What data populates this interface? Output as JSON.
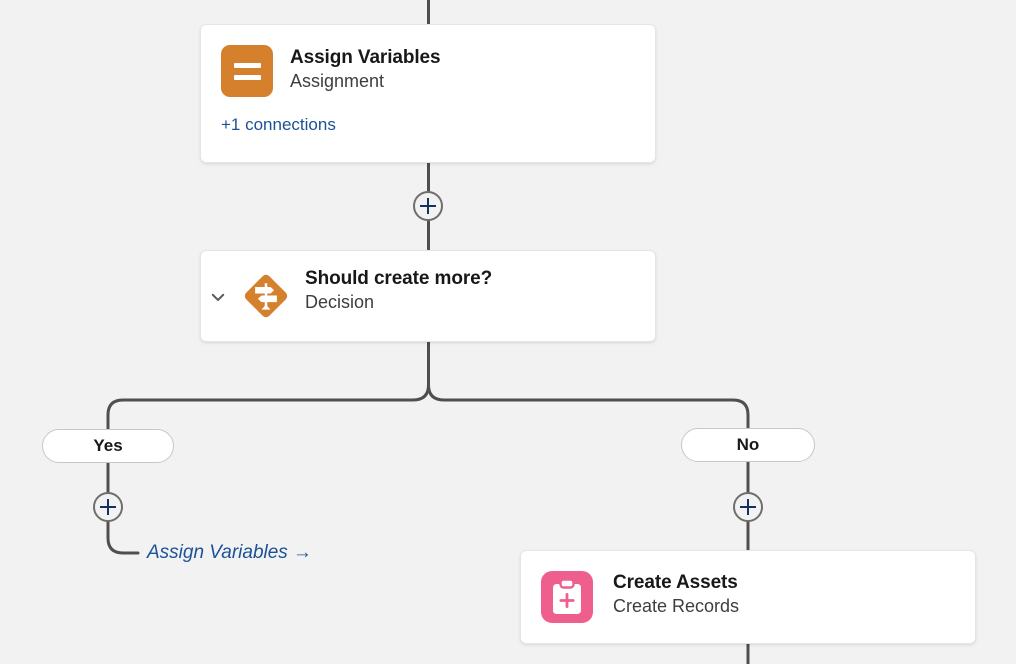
{
  "canvas": {
    "background_color": "#f3f2f2",
    "connector_color": "#514f4d"
  },
  "nodes": [
    {
      "id": "assign-variables",
      "title": "Assign Variables",
      "subtitle": "Assignment",
      "connections_label": "+1 connections",
      "icon": "assignment-icon",
      "icon_color": "#d4802d"
    },
    {
      "id": "should-create-more",
      "title": "Should create more?",
      "subtitle": "Decision",
      "icon": "decision-icon",
      "icon_color": "#d4802d",
      "chevron": "chevron-down-icon"
    },
    {
      "id": "create-assets",
      "title": "Create Assets",
      "subtitle": "Create Records",
      "icon": "create-records-icon",
      "icon_color": "#ef5f8d"
    }
  ],
  "branches": [
    {
      "id": "yes",
      "label": "Yes"
    },
    {
      "id": "no",
      "label": "No"
    }
  ],
  "goto": {
    "label": "Assign Variables",
    "arrow": "→",
    "color": "#1b5297"
  },
  "add_buttons": [
    {
      "id": "between-assign-and-decision",
      "label": "+"
    },
    {
      "id": "yes-branch",
      "label": "+"
    },
    {
      "id": "no-branch",
      "label": "+"
    }
  ]
}
